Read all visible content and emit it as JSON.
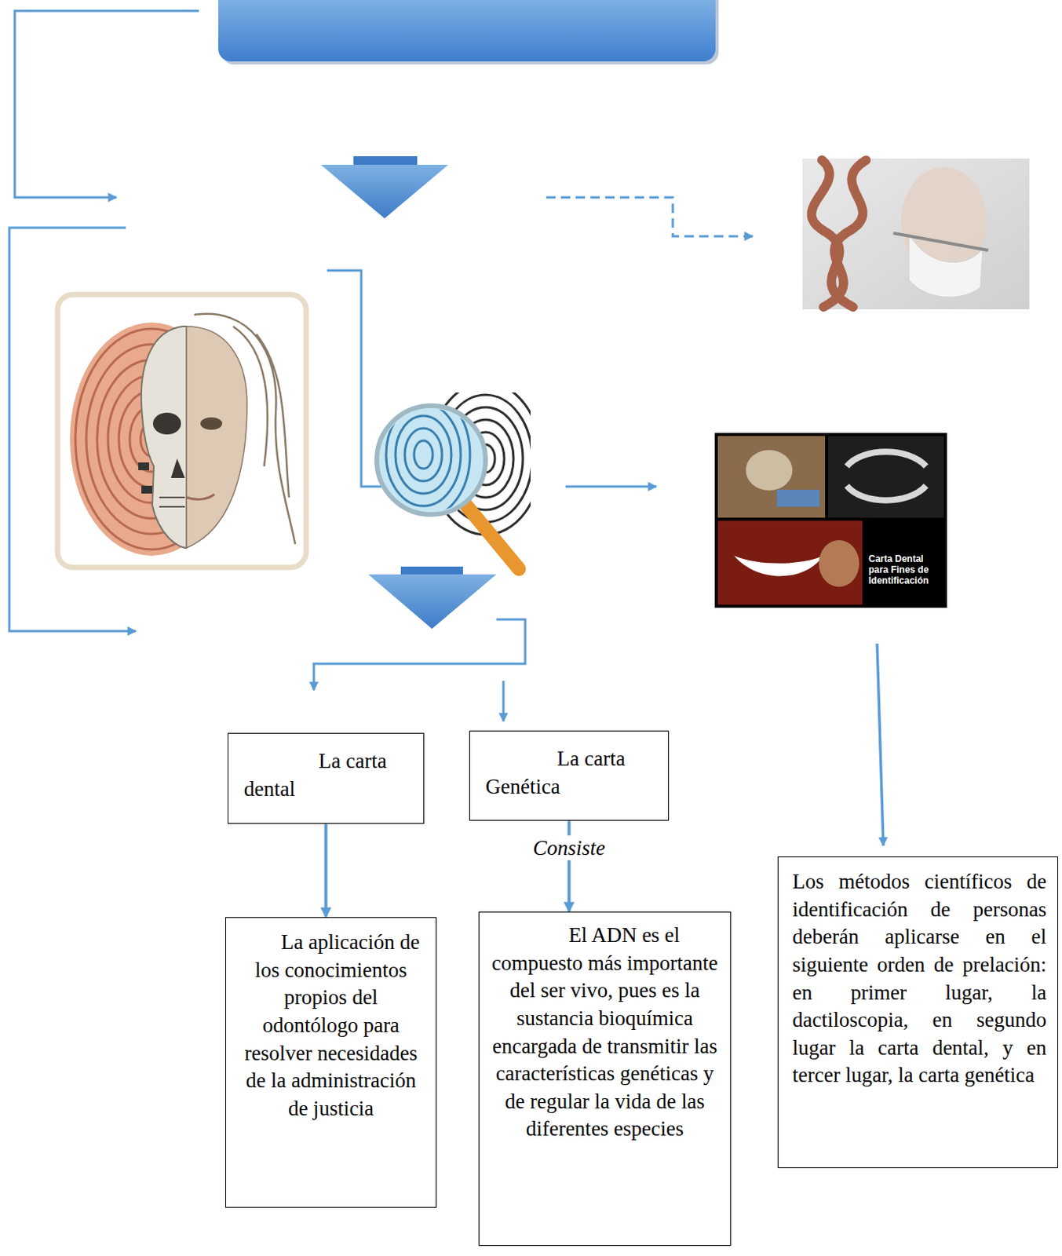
{
  "diagram": {
    "nodes": [
      {
        "text": [
          "La carta dental"
        ]
      },
      {
        "text": [
          "La carta Genética"
        ]
      },
      {
        "text": [
          "La aplicación de los conocimientos propios del odontólogo para resolver necesidades de la administración de justicia"
        ]
      },
      {
        "text": [
          "El ADN es el compuesto más importante del ser vivo, pues es la sustancia bioquímica encargada de transmitir las características genéticas y de regular la vida de las diferentes especies"
        ]
      },
      {
        "text": [
          "Los métodos científicos de identificación de personas deberán aplicarse en el siguiente orden de prelación: en primer lugar, la dactiloscopia, en segundo lugar la carta dental, y en tercer lugar, la carta genética"
        ]
      }
    ],
    "edges": [
      {
        "from": 0,
        "to": 2,
        "arrow": "to"
      },
      {
        "from": 1,
        "to": 3,
        "arrow": "to",
        "label": "Consiste"
      }
    ],
    "labels": [
      "Carta Dental para Fines de Identificación"
    ]
  }
}
